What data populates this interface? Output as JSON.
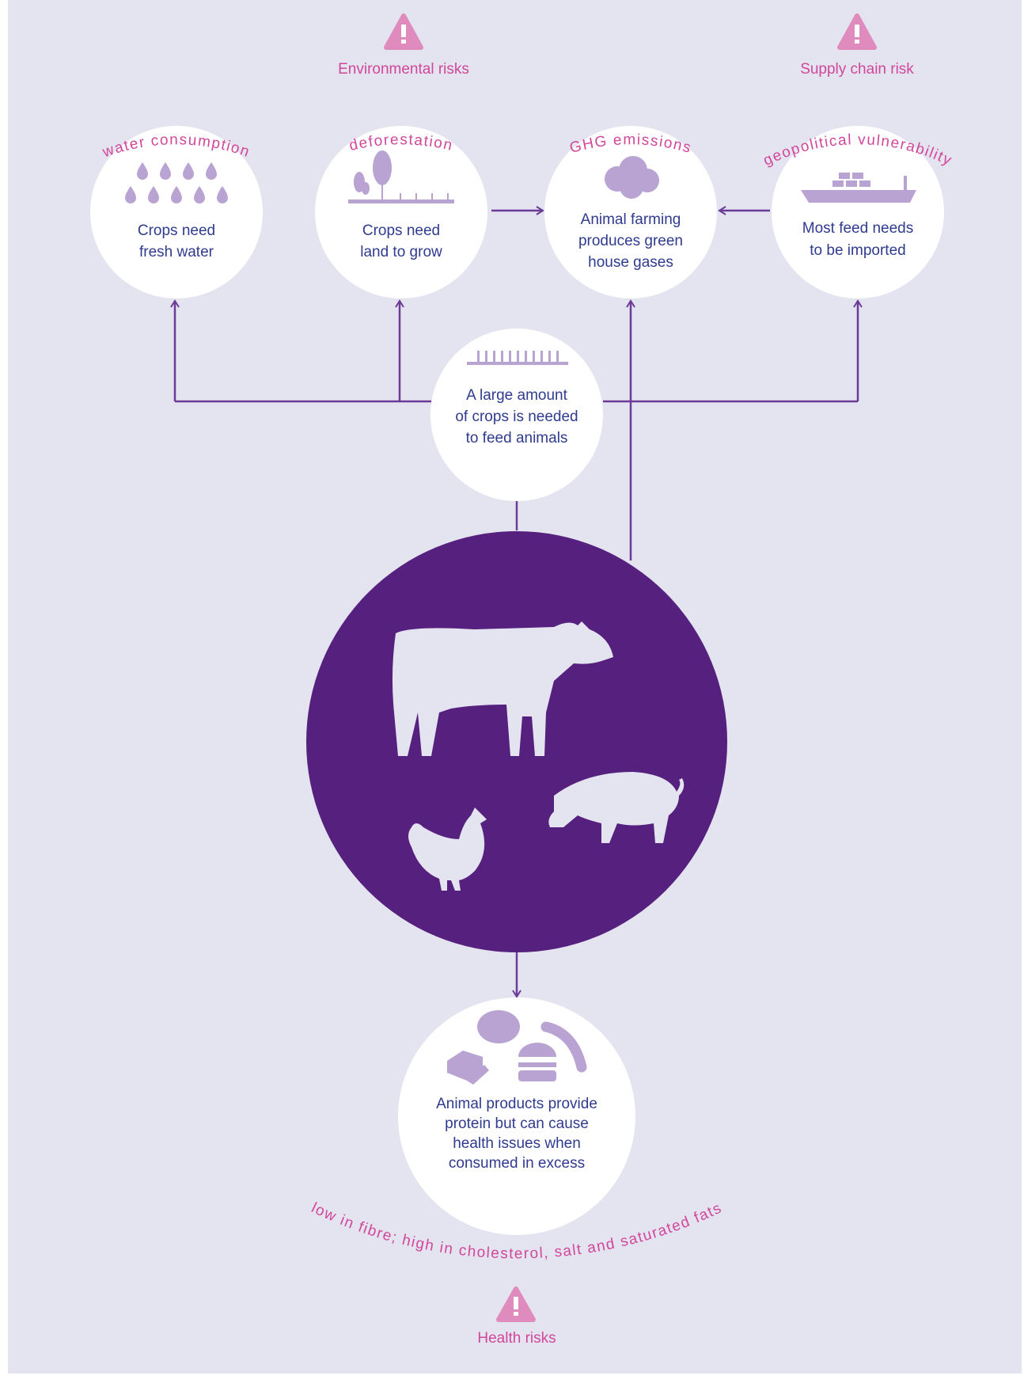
{
  "risks": {
    "environmental": "Environmental risks",
    "supply": "Supply chain risk",
    "health": "Health risks"
  },
  "nodes": {
    "water": {
      "arc": "water consumption",
      "lines": [
        "Crops need",
        "fresh water"
      ]
    },
    "land": {
      "arc": "deforestation",
      "lines": [
        "Crops need",
        "land to grow"
      ]
    },
    "ghg": {
      "arc": "GHG emissions",
      "lines": [
        "Animal farming",
        "produces green",
        "house gases"
      ]
    },
    "import": {
      "arc": "geopolitical vulnerability",
      "lines": [
        "Most feed needs",
        "to be imported"
      ]
    },
    "crops": {
      "lines": [
        "A large amount",
        "of crops is needed",
        "to feed animals"
      ]
    },
    "products": {
      "arc": "low in fibre; high in cholesterol, salt and saturated fats",
      "lines": [
        "Animal products provide",
        "protein but can cause",
        "health issues when",
        "consumed in excess"
      ]
    }
  },
  "colors": {
    "background": "#e4e3f0",
    "accent": "#56207e",
    "risk": "#d1479a",
    "icon": "#b9a3d3",
    "text": "#2f3b8f"
  }
}
